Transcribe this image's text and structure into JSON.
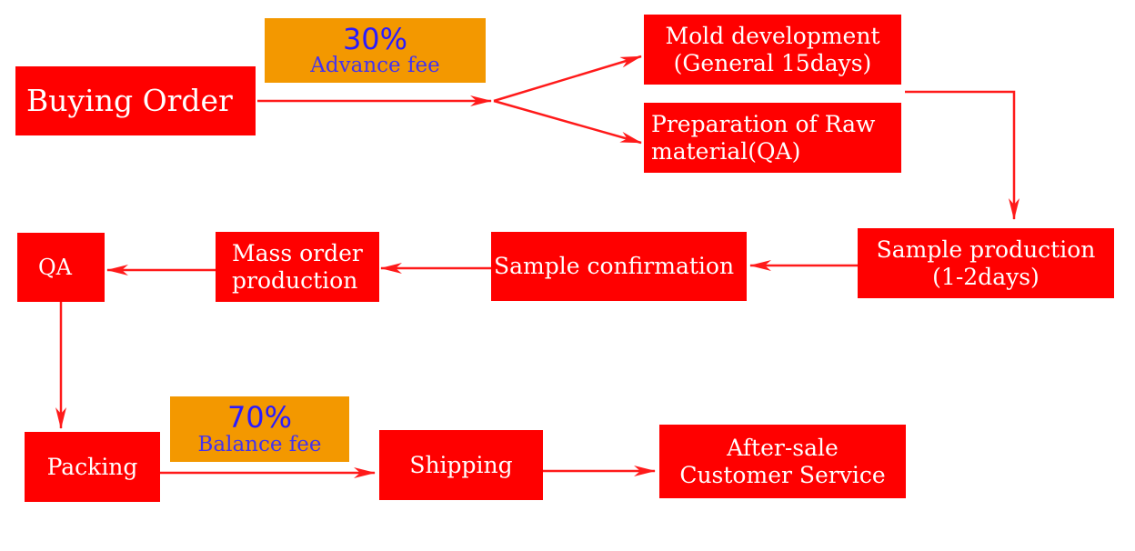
{
  "nodes": {
    "buying_order": {
      "lines": [
        "Buying Order"
      ]
    },
    "mold_development": {
      "lines": [
        "Mold development",
        "(General 15days)"
      ]
    },
    "raw_material": {
      "lines": [
        "Preparation of Raw",
        "material(QA)"
      ]
    },
    "sample_production": {
      "lines": [
        "Sample production",
        "(1-2days)"
      ]
    },
    "sample_confirmation": {
      "lines": [
        "Sample confirmation"
      ]
    },
    "mass_order_production": {
      "lines": [
        "Mass order",
        "production"
      ]
    },
    "qa": {
      "lines": [
        "QA"
      ]
    },
    "packing": {
      "lines": [
        "Packing"
      ]
    },
    "shipping": {
      "lines": [
        "Shipping"
      ]
    },
    "after_sale": {
      "lines": [
        "After-sale",
        "Customer Service"
      ]
    }
  },
  "fees": {
    "advance": {
      "percent": "30%",
      "label": "Advance fee"
    },
    "balance": {
      "percent": "70%",
      "label": "Balance fee"
    }
  },
  "colors": {
    "box": "#ff0000",
    "arrow": "#ff1a1a",
    "fee_background": "#f39800",
    "fee_text": "#2a1bff"
  }
}
